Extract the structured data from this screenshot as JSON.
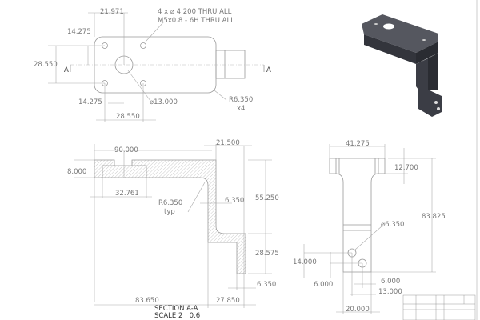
{
  "top_view": {
    "hole_note_1": "4 x ⌀ 4.200 THRU ALL",
    "hole_note_2": "M5x0.8 - 6H THRU ALL",
    "dim_21971": "21.971",
    "dim_14275_top": "14.275",
    "dim_28550_left": "28.550",
    "dim_14275_bottom": "14.275",
    "dim_dia13": "⌀13.000",
    "dim_radius": "R6.350",
    "dim_radius_count": "x4",
    "dim_28550_bottom": "28.550",
    "section_label_left": "A",
    "section_label_right": "A"
  },
  "section_view": {
    "dim_90": "90.000",
    "dim_21500": "21.500",
    "dim_8": "8.000",
    "dim_32761": "32.761",
    "dim_radius": "R6.350",
    "dim_radius_note": "typ",
    "dim_6350_wall": "6.350",
    "dim_55250": "55.250",
    "dim_28575": "28.575",
    "dim_6350_bottom": "6.350",
    "dim_83650": "83.650",
    "dim_27850": "27.850",
    "title": "SECTION A-A",
    "scale": "SCALE 2 : 0.6"
  },
  "side_view": {
    "dim_41275": "41.275",
    "dim_12700": "12.700",
    "dim_83825": "83.825",
    "dim_dia6350": "⌀6.350",
    "dim_14": "14.000",
    "dim_6_left": "6.000",
    "dim_6_right": "6.000",
    "dim_13": "13.000",
    "dim_20": "20.000"
  },
  "colors": {
    "part_shaded": "#3b3d45",
    "line": "#999999",
    "hatch": "#b5b5b5"
  }
}
